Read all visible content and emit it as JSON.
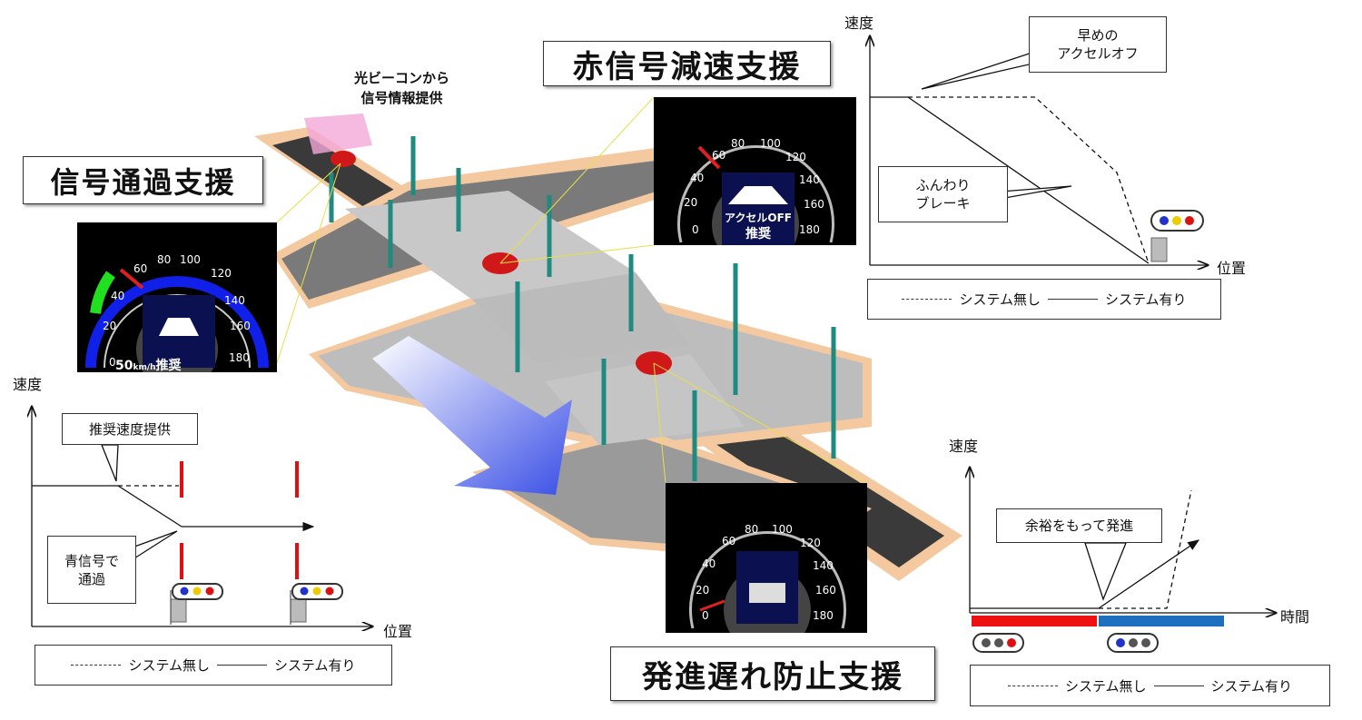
{
  "titles": {
    "signal_pass": "信号通過支援",
    "red_decel": "赤信号減速支援",
    "start_delay": "発進遅れ防止支援"
  },
  "beacon_label": [
    "光ビーコンから",
    "信号情報提供"
  ],
  "gauges": {
    "ticks": [
      "0",
      "20",
      "40",
      "60",
      "80",
      "100",
      "120",
      "140",
      "160",
      "180"
    ],
    "left": {
      "value_text": "50",
      "unit": "km/h",
      "suffix": "推奨"
    },
    "top": {
      "line1": "アクセルOFF",
      "line2": "推奨"
    }
  },
  "chart_top_right": {
    "ylabel": "速度",
    "xlabel": "位置",
    "callout_early": [
      "早めの",
      "アクセルオフ"
    ],
    "callout_brake": [
      "ふんわり",
      "ブレーキ"
    ]
  },
  "chart_bottom_left": {
    "ylabel": "速度",
    "xlabel": "位置",
    "callout_speed": "推奨速度提供",
    "callout_pass": [
      "青信号で",
      "通過"
    ]
  },
  "chart_bottom_right": {
    "ylabel": "速度",
    "xlabel": "時間",
    "callout_start": "余裕をもって発進"
  },
  "legend": {
    "no_system": "システム無し",
    "with_system": "システム有り"
  },
  "colors": {
    "road": "#8a8a8a",
    "border": "#f5c9a0",
    "arrow": "#4a5ee8",
    "pole": "#1f8a80"
  }
}
